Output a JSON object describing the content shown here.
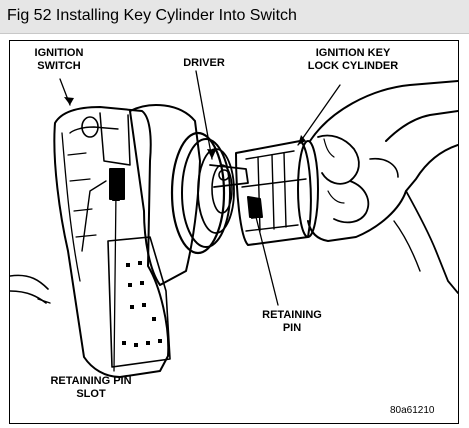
{
  "caption": "Fig 52 Installing Key Cylinder Into Switch",
  "labels": {
    "ignition_switch_line1": "IGNITION",
    "ignition_switch_line2": "SWITCH",
    "driver": "DRIVER",
    "lock_cylinder_line1": "IGNITION KEY",
    "lock_cylinder_line2": "LOCK CYLINDER",
    "retaining_pin_line1": "RETAINING",
    "retaining_pin_line2": "PIN",
    "pin_slot_line1": "RETAINING PIN",
    "pin_slot_line2": "SLOT"
  },
  "figure_code": "80a61210"
}
